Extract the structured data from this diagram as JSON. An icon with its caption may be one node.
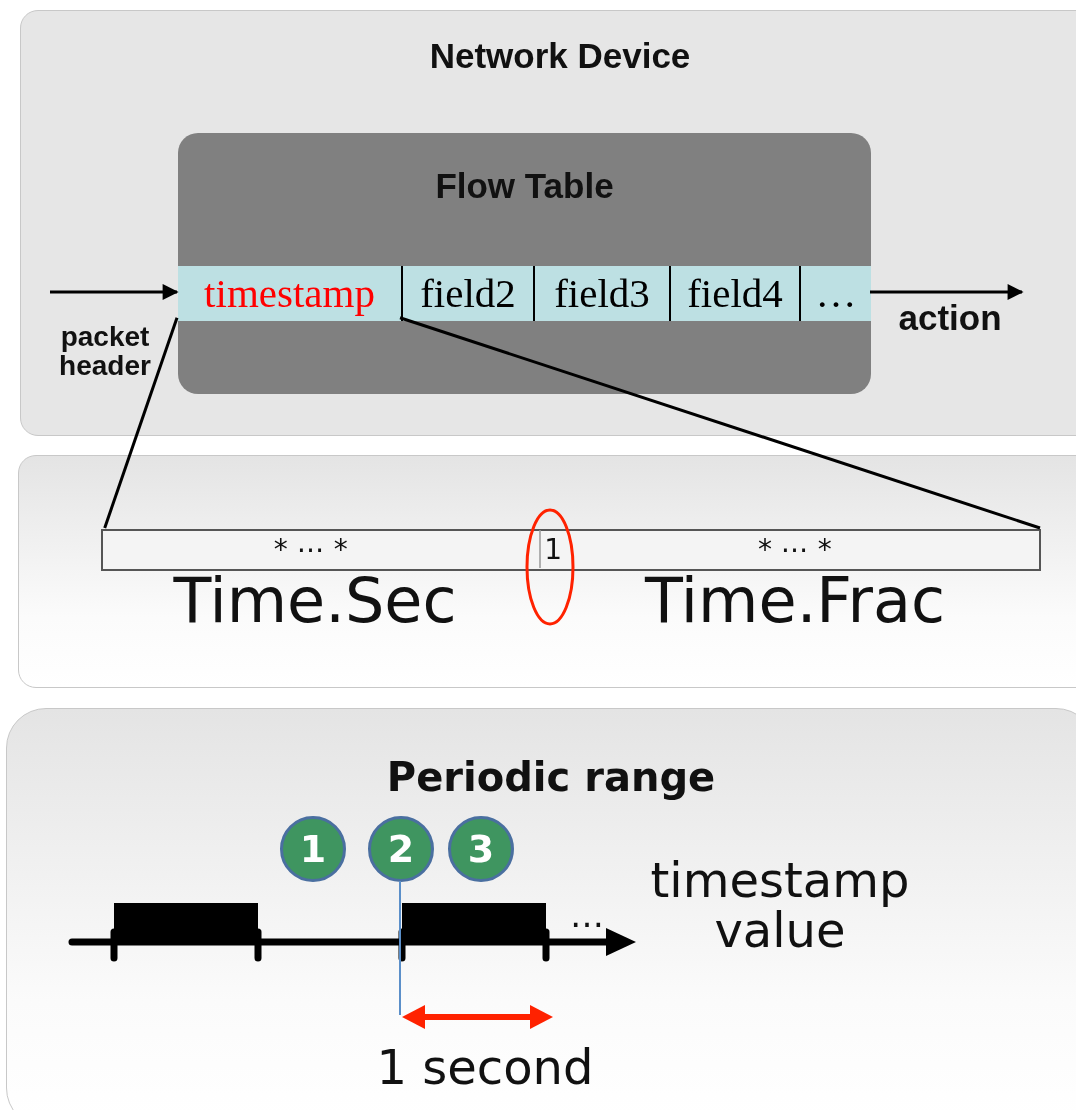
{
  "diagram": {
    "nodes": [
      {
        "text": [
          "Network Device"
        ]
      },
      {
        "text": [
          "Flow Table"
        ],
        "in": 0
      },
      {
        "text": [
          "timestamp"
        ],
        "in": 1
      },
      {
        "text": [
          "field2"
        ],
        "in": 1
      },
      {
        "text": [
          "field3"
        ],
        "in": 1
      },
      {
        "text": [
          "field4"
        ],
        "in": 1
      },
      {
        "text": [
          "…"
        ],
        "in": 1
      },
      {
        "text": [],
        "shape": "box"
      },
      {
        "text": [
          "* ⋯ *",
          "1",
          "* ⋯ *"
        ],
        "in": 7
      },
      {
        "text": [
          "Periodic range"
        ]
      },
      {
        "text": [
          "1"
        ],
        "in": 9
      },
      {
        "text": [
          "2"
        ],
        "in": 9
      },
      {
        "text": [
          "3"
        ],
        "in": 9
      }
    ],
    "edges": [
      {
        "from": null,
        "to": 2,
        "arrow": "to"
      },
      {
        "from": 6,
        "to": null,
        "arrow": "to"
      },
      {
        "from": 2,
        "to": 8,
        "arrow": "none"
      },
      {
        "from": 2,
        "to": 8,
        "arrow": "none"
      }
    ],
    "labels": [
      "packet header",
      "action",
      "Time.Sec",
      "Time.Frac",
      "…",
      "timestamp value",
      "1 second"
    ]
  }
}
